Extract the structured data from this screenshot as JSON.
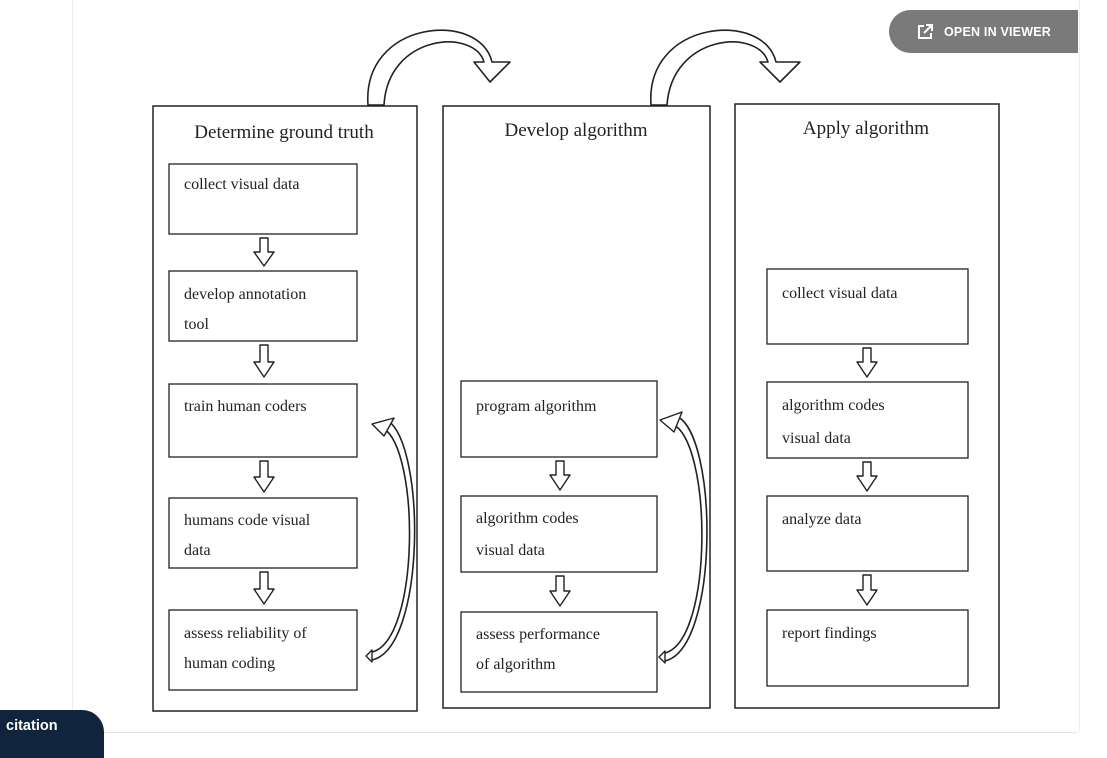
{
  "viewer": {
    "open_label": "OPEN IN VIEWER",
    "open_icon": "external-link-icon"
  },
  "citation_tab": {
    "label": "citation"
  },
  "diagram": {
    "columns": [
      {
        "title": "Determine ground truth",
        "steps": [
          [
            "collect visual data"
          ],
          [
            "develop annotation",
            "tool"
          ],
          [
            "train human coders"
          ],
          [
            "humans code visual",
            "data"
          ],
          [
            "assess reliability of",
            "human coding"
          ]
        ]
      },
      {
        "title": "Develop algorithm",
        "steps": [
          [
            "program algorithm"
          ],
          [
            "algorithm codes",
            "visual data"
          ],
          [
            "assess performance",
            "of algorithm"
          ]
        ]
      },
      {
        "title": "Apply algorithm",
        "steps": [
          [
            "collect visual data"
          ],
          [
            "algorithm codes",
            "visual data"
          ],
          [
            "analyze data"
          ],
          [
            "report findings"
          ]
        ]
      }
    ]
  }
}
